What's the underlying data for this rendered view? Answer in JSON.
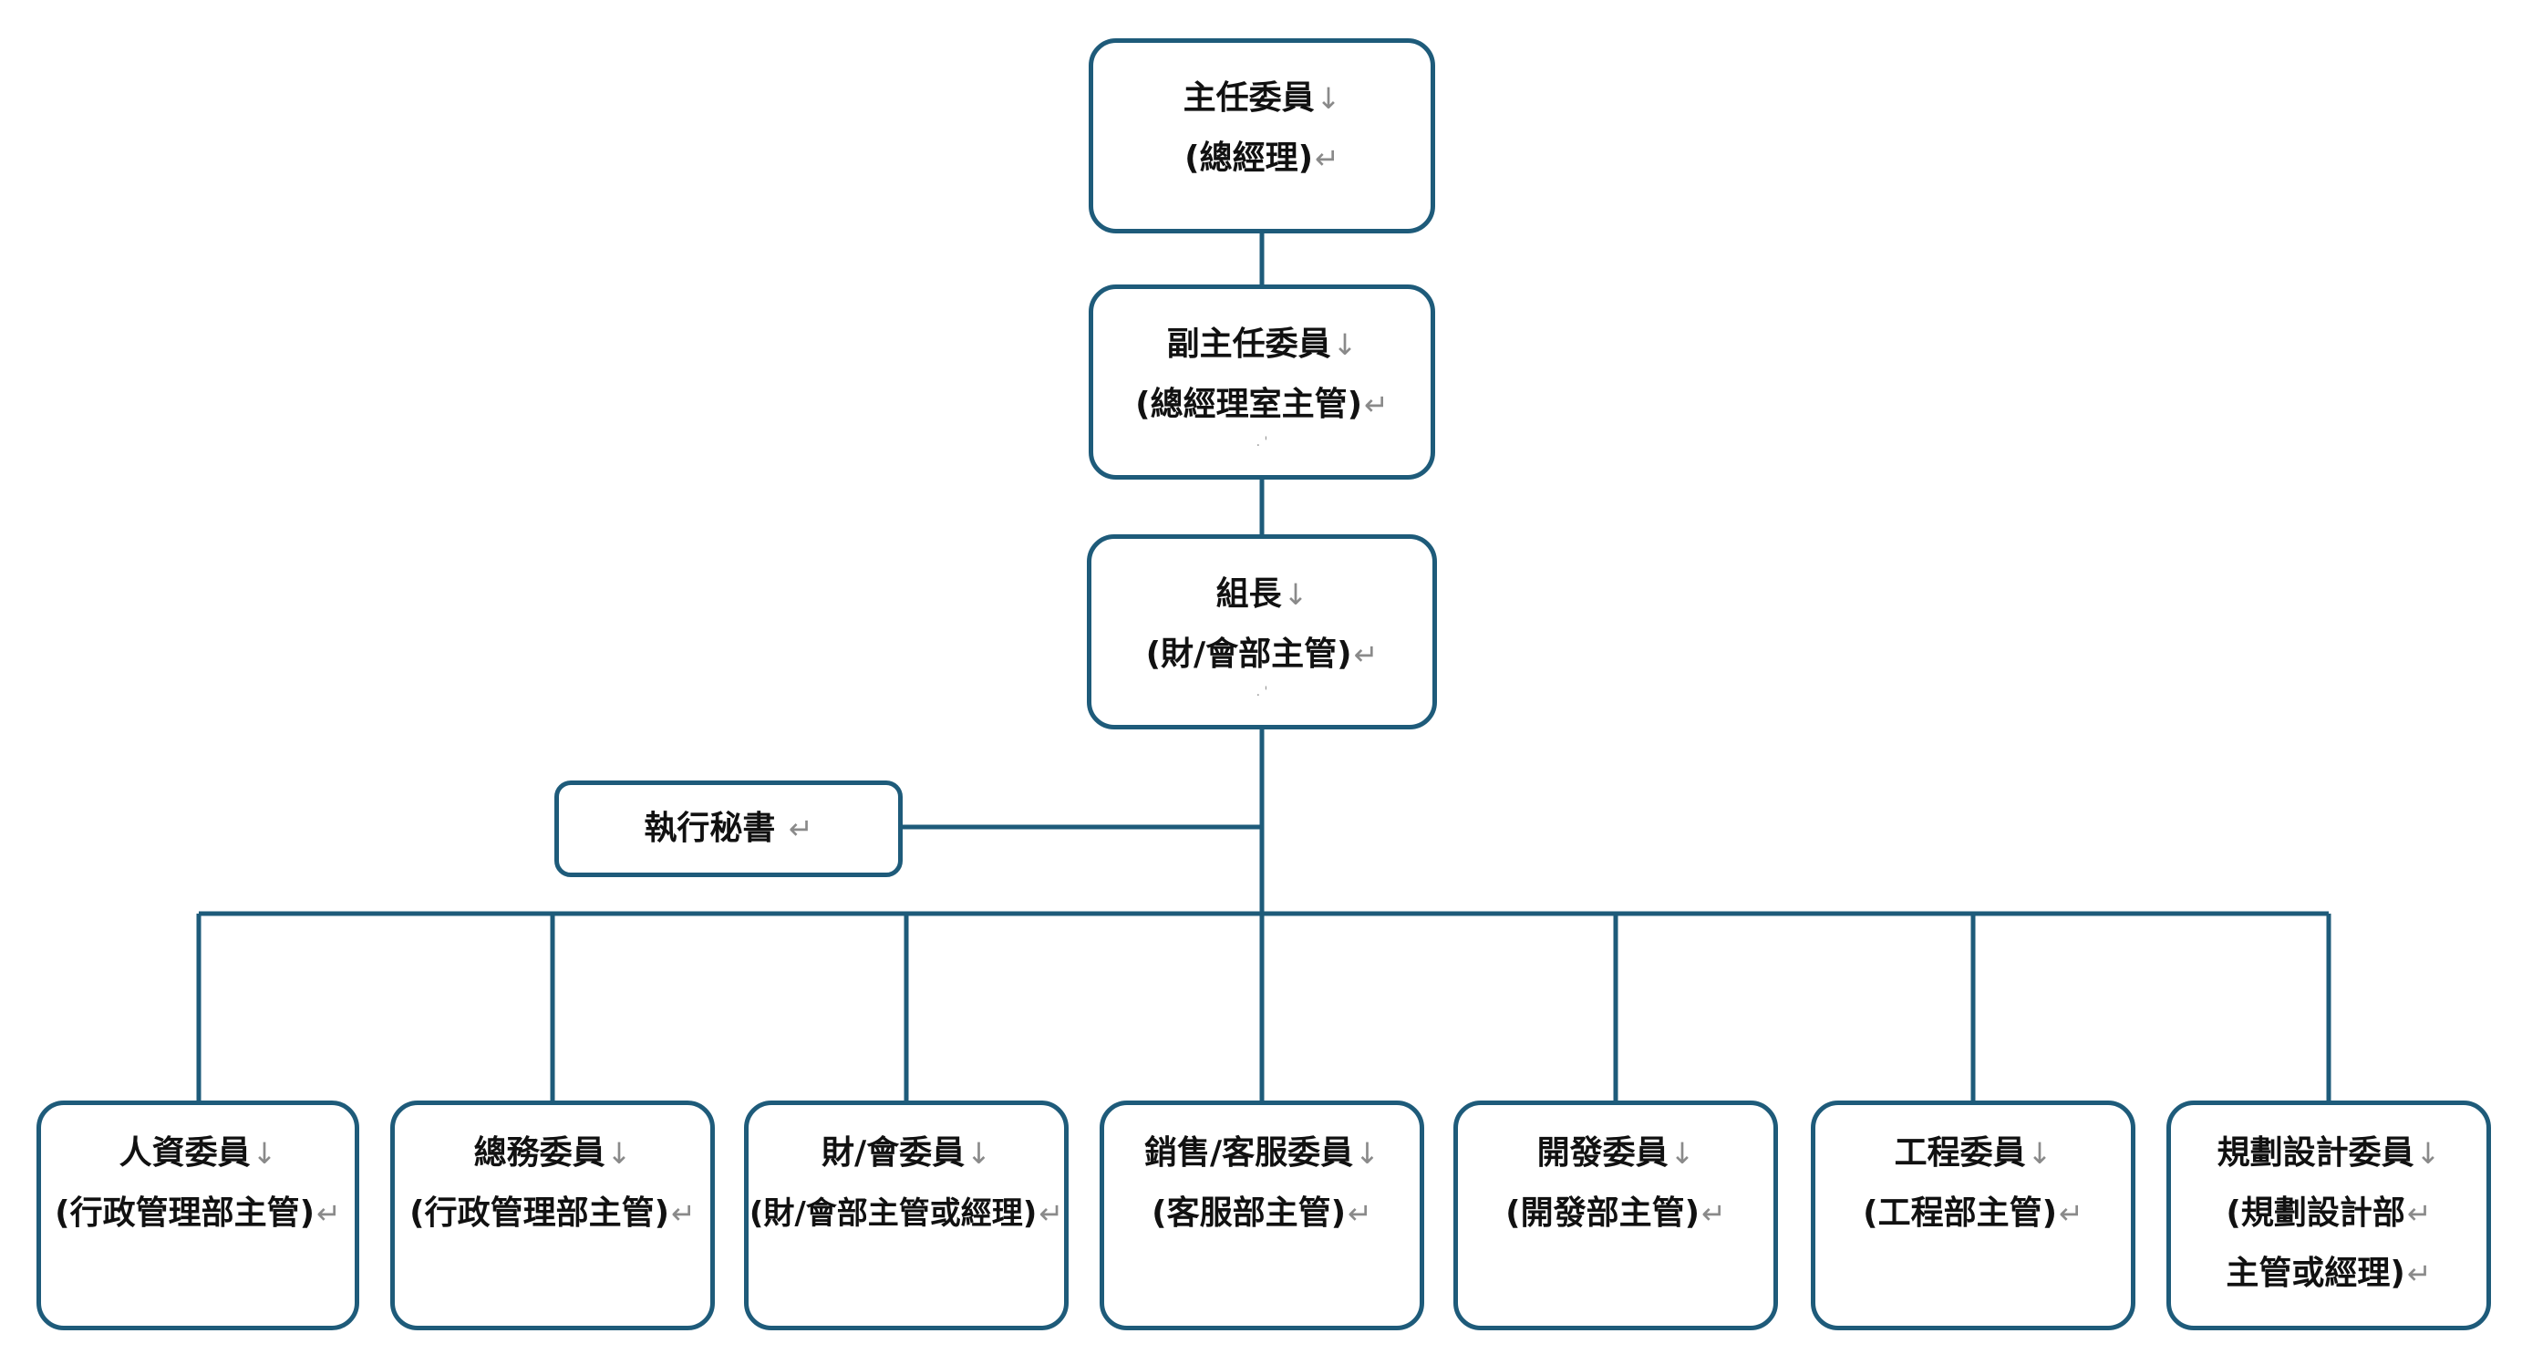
{
  "marks": {
    "line_break": "↓",
    "paragraph": "↵",
    "dots": ". '"
  },
  "colors": {
    "border": "#1e5b7a",
    "text": "#111111",
    "mark": "#8a8a8a"
  },
  "nodes": {
    "chief_member": {
      "line1": "主任委員",
      "line2": "(總經理)"
    },
    "deputy_chief_member": {
      "line1": "副主任委員",
      "line2": "(總經理室主管)"
    },
    "team_leader": {
      "line1": "組長",
      "line2": "(財/會部主管)"
    },
    "executive_secretary": {
      "line1": "執行秘書 "
    },
    "hr_member": {
      "line1": "人資委員",
      "line2": "(行政管理部主管)"
    },
    "general_affairs_member": {
      "line1": "總務委員",
      "line2": "(行政管理部主管)"
    },
    "finance_member": {
      "line1": "財/會委員",
      "line2": "(財/會部主管或經理)"
    },
    "sales_service_member": {
      "line1": "銷售/客服委員",
      "line2": "(客服部主管)"
    },
    "development_member": {
      "line1": "開發委員",
      "line2": "(開發部主管)"
    },
    "engineering_member": {
      "line1": "工程委員",
      "line2": "(工程部主管)"
    },
    "planning_design_member": {
      "line1": "規劃設計委員",
      "line2": "(規劃設計部",
      "line3": "主管或經理)"
    }
  }
}
